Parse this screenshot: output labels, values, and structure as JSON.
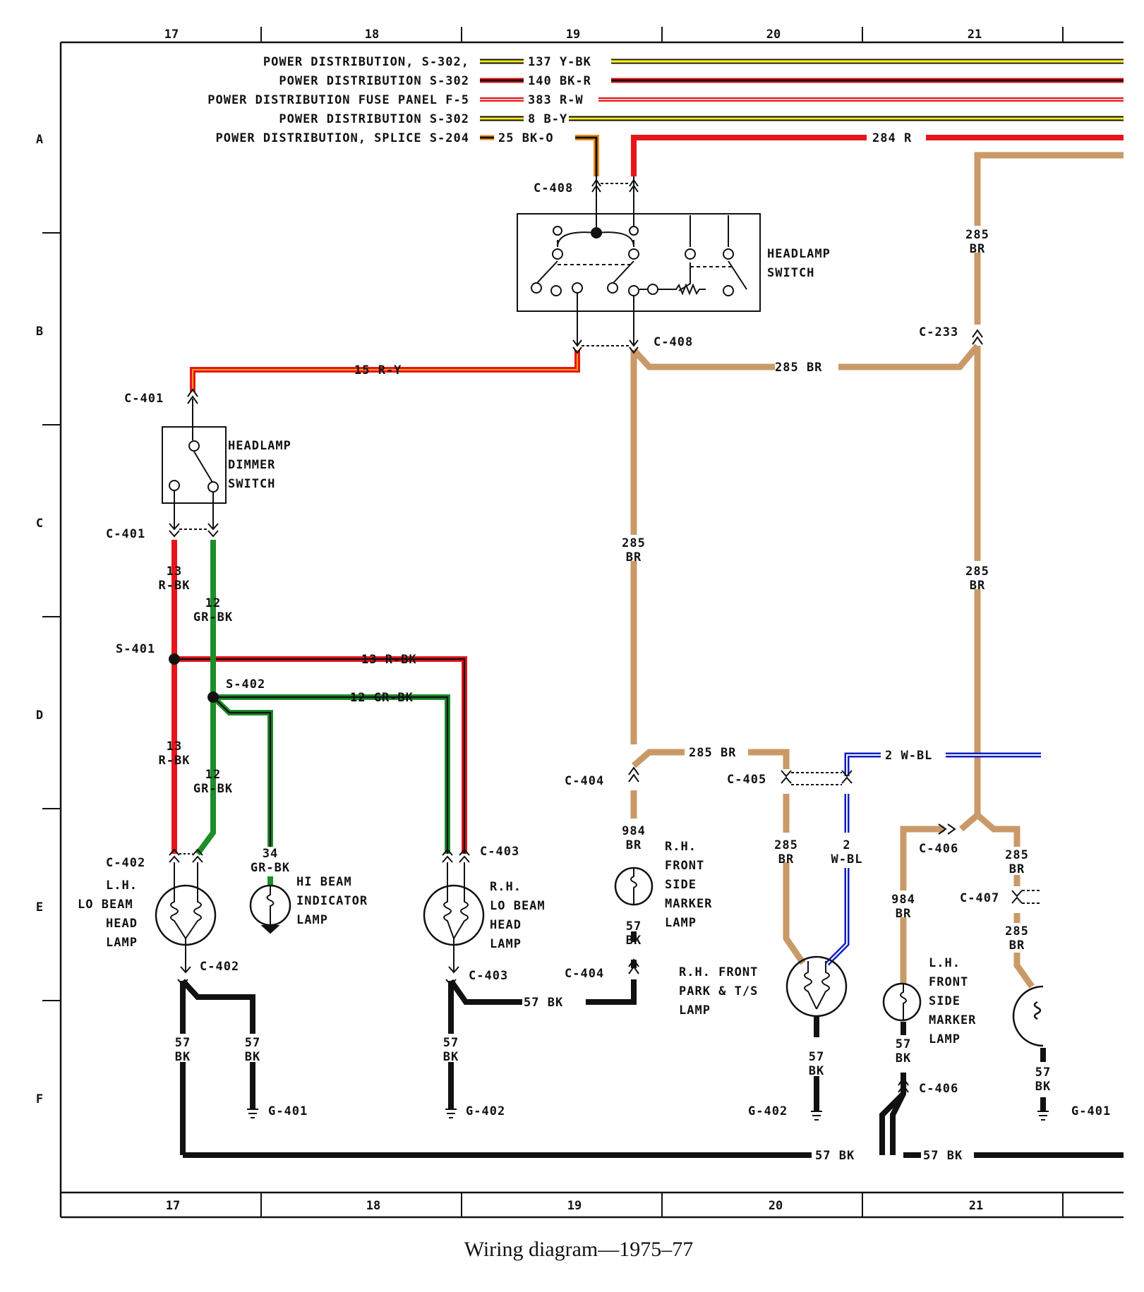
{
  "caption": "Wiring diagram—1975–77",
  "grid": {
    "columns": [
      "17",
      "18",
      "19",
      "20",
      "21"
    ],
    "rows": [
      "A",
      "B",
      "C",
      "D",
      "E",
      "F"
    ]
  },
  "power_feeds": [
    {
      "source": "POWER DISTRIBUTION, S-302,",
      "wire": "137 Y-BK"
    },
    {
      "source": "POWER DISTRIBUTION S-302",
      "wire": "140 BK-R"
    },
    {
      "source": "POWER DISTRIBUTION FUSE PANEL F-5",
      "wire": "383 R-W"
    },
    {
      "source": "POWER DISTRIBUTION S-302",
      "wire": "8 B-Y"
    },
    {
      "source": "POWER DISTRIBUTION, SPLICE S-204",
      "wire": "25 BK-O"
    }
  ],
  "wires": {
    "w284": "284 R",
    "w15": "15 R-Y",
    "w285": "285 BR",
    "w285_num": "285",
    "w285_col": "BR",
    "w13": "13 R-BK",
    "w13_num": "13",
    "w13_col": "R-BK",
    "w12": "12 GR-BK",
    "w12_num": "12",
    "w12_col": "GR-BK",
    "w34_num": "34",
    "w34_col": "GR-BK",
    "w984_num": "984",
    "w984_col": "BR",
    "w57": "57 BK",
    "w57_num": "57",
    "w57_col": "BK",
    "w2": "2 W-BL",
    "w2_num": "2",
    "w2_col": "W-BL"
  },
  "connectors": {
    "c408": "C-408",
    "c233": "C-233",
    "c401": "C-401",
    "s401": "S-401",
    "s402": "S-402",
    "c402": "C-402",
    "c403": "C-403",
    "c404": "C-404",
    "c405": "C-405",
    "c406": "C-406",
    "c407": "C-407",
    "g401": "G-401",
    "g402": "G-402"
  },
  "components": {
    "headlamp_switch": [
      "HEADLAMP",
      "SWITCH"
    ],
    "dimmer_switch": [
      "HEADLAMP",
      "DIMMER",
      "SWITCH"
    ],
    "lh_lo_beam": [
      "L.H.",
      "LO BEAM",
      "HEAD",
      "LAMP"
    ],
    "hi_beam_indicator": [
      "HI BEAM",
      "INDICATOR",
      "LAMP"
    ],
    "rh_lo_beam": [
      "R.H.",
      "LO BEAM",
      "HEAD",
      "LAMP"
    ],
    "rh_front_side_marker": [
      "R.H.",
      "FRONT",
      "SIDE",
      "MARKER",
      "LAMP"
    ],
    "rh_front_park": [
      "R.H. FRONT",
      "PARK & T/S",
      "LAMP"
    ],
    "lh_front_side_marker": [
      "L.H.",
      "FRONT",
      "SIDE",
      "MARKER",
      "LAMP"
    ]
  },
  "colors": {
    "red": "#e8141b",
    "yellow": "#f5ec16",
    "black": "#111111",
    "green": "#1c8e2a",
    "brown": "#c99a68",
    "blue": "#1020c0",
    "orange": "#f08a10"
  }
}
